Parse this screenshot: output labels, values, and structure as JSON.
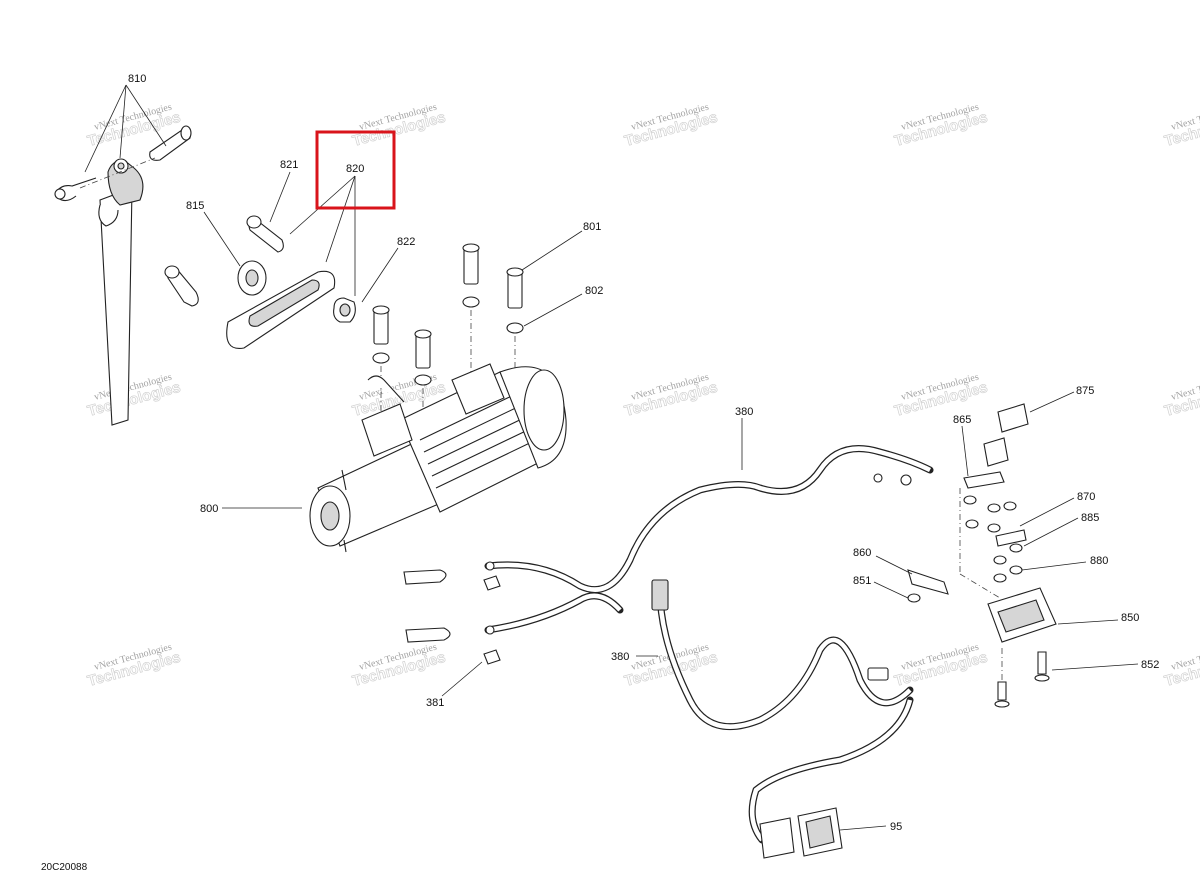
{
  "diagram": {
    "id": "20C20088",
    "highlighted_callout": "820",
    "watermark": {
      "line1": "vNext Technologies",
      "line2": "Technologies"
    },
    "callouts": {
      "c810": "810",
      "c821": "821",
      "c820": "820",
      "c815": "815",
      "c822": "822",
      "c801": "801",
      "c802": "802",
      "c800": "800",
      "c380a": "380",
      "c875": "875",
      "c865": "865",
      "c870": "870",
      "c885": "885",
      "c860": "860",
      "c880": "880",
      "c851": "851",
      "c850": "850",
      "c380b": "380",
      "c852": "852",
      "c381": "381",
      "c95": "95"
    }
  }
}
